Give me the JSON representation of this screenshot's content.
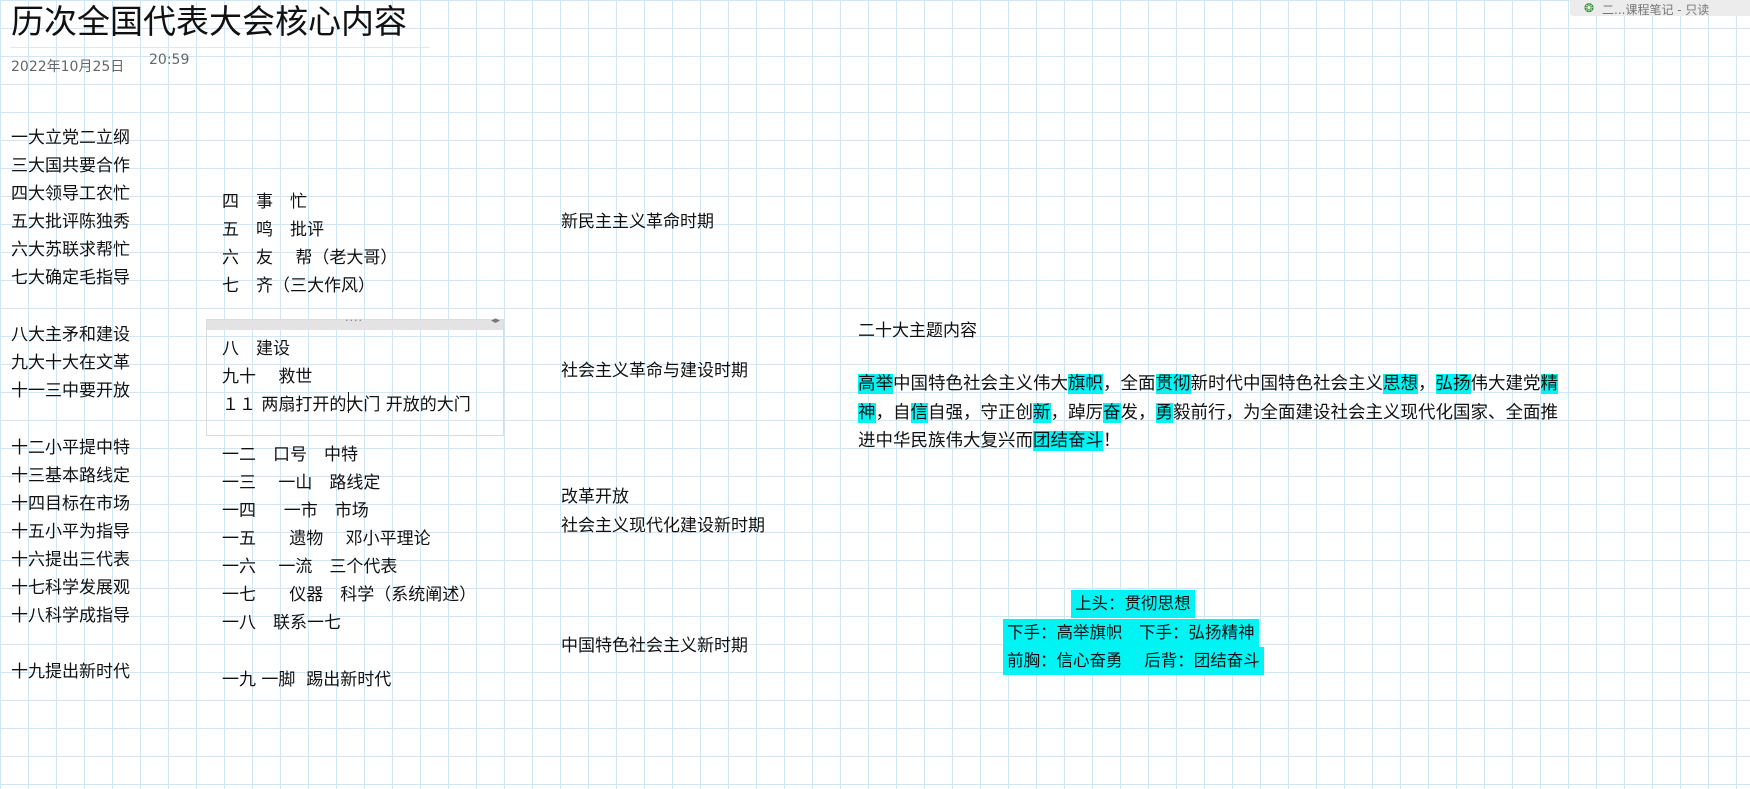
{
  "header": {
    "title": "历次全国代表大会核心内容",
    "date": "2022年10月25日",
    "time": "20:59"
  },
  "top_tab": {
    "icon": "notebook-icon",
    "label": "二...课程笔记 - 只读"
  },
  "left_column": [
    "一大立党二立纲",
    "三大国共要合作",
    "四大领导工农忙",
    "五大批评陈独秀",
    "六大苏联求帮忙",
    "七大确定毛指导",
    "八大主矛和建设",
    "九大十大在文革",
    "十一三中要开放",
    "十二小平提中特",
    "十三基本路线定",
    "十四目标在市场",
    "十五小平为指导",
    "十六提出三代表",
    "十七科学发展观",
    "十八科学成指导",
    "十九提出新时代"
  ],
  "middle_column": {
    "group1": [
      "四　事　忙",
      "五　鸣　批评",
      "六　友　 帮（老大哥）",
      "七　齐（三大作风）"
    ],
    "group2": [
      "八　建设",
      "九十　 救世",
      "１１ 两扇打开的大门 开放的大门"
    ],
    "group3": [
      "一二　口号　中特",
      "一三　 一山　路线定",
      "一四　  一市　市场",
      "一五　   遗物　 邓小平理论",
      "一六　 一流　三个代表",
      "一七　   仪器　科学（系统阐述）",
      "一八　联系一七"
    ],
    "group4": [
      "一九 一脚  踢出新时代"
    ]
  },
  "periods": [
    "新民主主义革命时期",
    "社会主义革命与建设时期",
    "改革开放",
    "社会主义现代化建设新时期",
    "中国特色社会主义新时期"
  ],
  "theme": {
    "heading": "二十大主题内容",
    "segments": [
      {
        "t": "高举",
        "hl": true
      },
      {
        "t": "中国特色社会主义伟大",
        "hl": false
      },
      {
        "t": "旗帜",
        "hl": true
      },
      {
        "t": "，全面",
        "hl": false
      },
      {
        "t": "贯彻",
        "hl": true
      },
      {
        "t": "新时代中国特色社会主义",
        "hl": false
      },
      {
        "t": "思想",
        "hl": true
      },
      {
        "t": "，",
        "hl": false
      },
      {
        "t": "弘扬",
        "hl": true
      },
      {
        "t": "伟大建党",
        "hl": false
      },
      {
        "t": "精神",
        "hl": true
      },
      {
        "t": "，自",
        "hl": false
      },
      {
        "t": "信",
        "hl": true
      },
      {
        "t": "自强，守正创",
        "hl": false
      },
      {
        "t": "新",
        "hl": true
      },
      {
        "t": "，踔厉",
        "hl": false
      },
      {
        "t": "奋",
        "hl": true
      },
      {
        "t": "发，",
        "hl": false
      },
      {
        "t": "勇",
        "hl": true
      },
      {
        "t": "毅前行，为全面建设社会主义现代化国家、全面推进中华民族伟大复兴而",
        "hl": false
      },
      {
        "t": "团结奋斗",
        "hl": true
      },
      {
        "t": "！",
        "hl": false
      }
    ]
  },
  "mnemonic": [
    "上头：贯彻思想",
    "下手：高举旗帜　下手：弘扬精神",
    "前胸：信心奋勇　 后背：团结奋斗"
  ],
  "colors": {
    "highlight": "#00f4f4",
    "grid": "#cfe7f5"
  }
}
